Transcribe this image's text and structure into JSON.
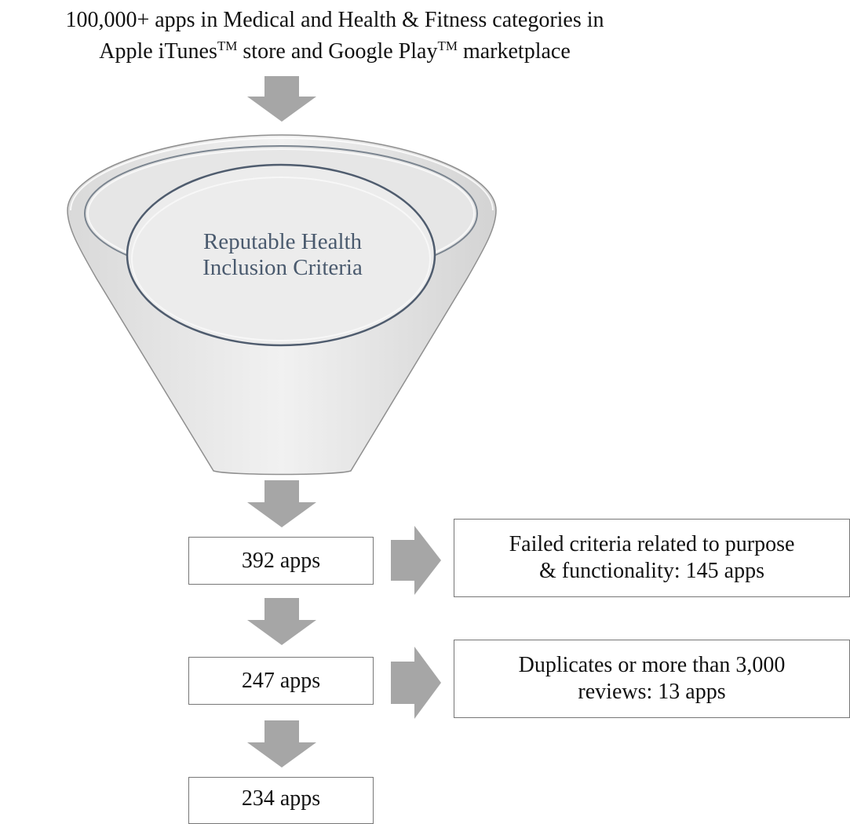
{
  "header": {
    "line1": "100,000+ apps in Medical and Health & Fitness categories in",
    "line2_prefix": "Apple iTunes",
    "line2_tm1": "TM",
    "line2_middle": " store and Google Play",
    "line2_tm2": "TM",
    "line2_suffix": " marketplace"
  },
  "funnel": {
    "label_line1": "Reputable Health",
    "label_line2": "Inclusion Criteria"
  },
  "steps": [
    {
      "label": "392 apps"
    },
    {
      "label": "247 apps"
    },
    {
      "label": "234 apps"
    }
  ],
  "exclusions": [
    {
      "line1": "Failed criteria related to purpose",
      "line2": "& functionality: 145 apps"
    },
    {
      "line1": "Duplicates or more than 3,000",
      "line2": "reviews: 13 apps"
    }
  ],
  "colors": {
    "arrow": "#a6a6a6",
    "funnel_fill": "#e6e6e6",
    "ring_stroke": "#4f5c6e",
    "box_border": "#777777"
  }
}
